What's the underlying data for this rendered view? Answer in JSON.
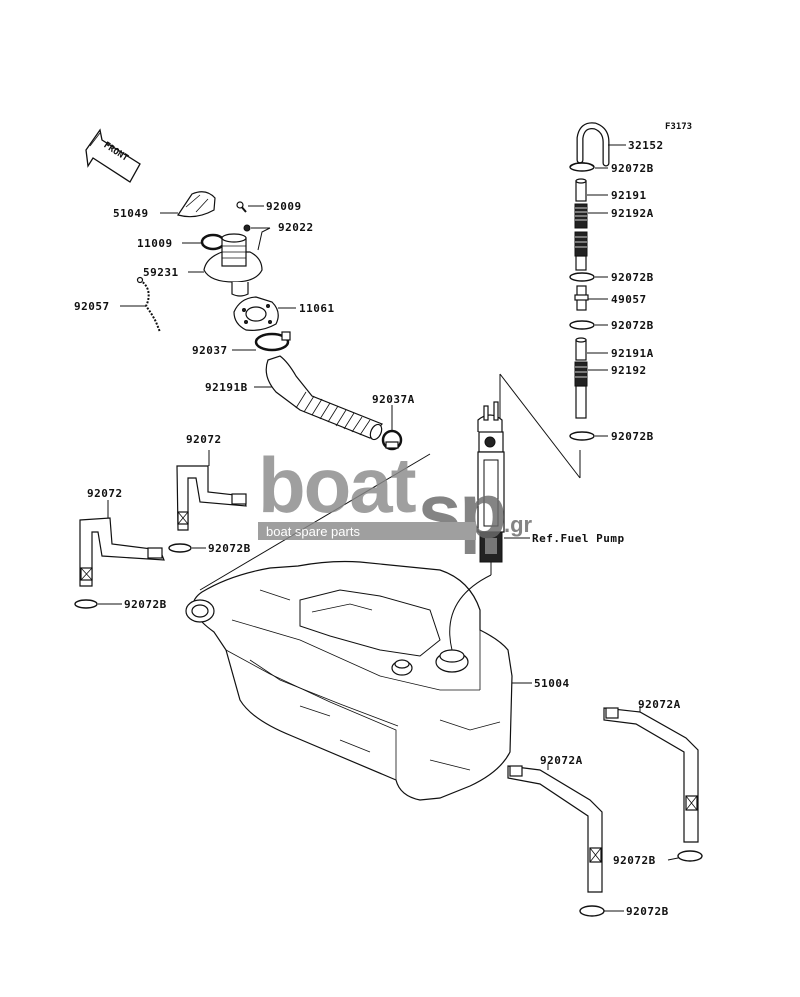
{
  "figure_id": "F3173",
  "front_label": "FRONT",
  "ref_label": "Ref.Fuel Pump",
  "watermark": {
    "brand_left": "boat",
    "brand_right": "sp",
    "domain": ".gr",
    "tagline": "boat spare parts",
    "brand_color": "#8a8a8a",
    "accent_color": "#6a6a6a"
  },
  "parts": [
    {
      "id": "p32152",
      "number": "32152"
    },
    {
      "id": "p92072b_1",
      "number": "92072B"
    },
    {
      "id": "p92191",
      "number": "92191"
    },
    {
      "id": "p92192a",
      "number": "92192A"
    },
    {
      "id": "p92072b_2",
      "number": "92072B"
    },
    {
      "id": "p49057",
      "number": "49057"
    },
    {
      "id": "p92072b_3",
      "number": "92072B"
    },
    {
      "id": "p92191a",
      "number": "92191A"
    },
    {
      "id": "p92192",
      "number": "92192"
    },
    {
      "id": "p92072b_4",
      "number": "92072B"
    },
    {
      "id": "p92009",
      "number": "92009"
    },
    {
      "id": "p51049",
      "number": "51049"
    },
    {
      "id": "p92022",
      "number": "92022"
    },
    {
      "id": "p11009",
      "number": "11009"
    },
    {
      "id": "p59231",
      "number": "59231"
    },
    {
      "id": "p92057",
      "number": "92057"
    },
    {
      "id": "p11061",
      "number": "11061"
    },
    {
      "id": "p92037",
      "number": "92037"
    },
    {
      "id": "p92191b",
      "number": "92191B"
    },
    {
      "id": "p92037a",
      "number": "92037A"
    },
    {
      "id": "p92072_1",
      "number": "92072"
    },
    {
      "id": "p92072_2",
      "number": "92072"
    },
    {
      "id": "p92072b_5",
      "number": "92072B"
    },
    {
      "id": "p92072b_6",
      "number": "92072B"
    },
    {
      "id": "p51004",
      "number": "51004"
    },
    {
      "id": "p92072a_1",
      "number": "92072A"
    },
    {
      "id": "p92072a_2",
      "number": "92072A"
    },
    {
      "id": "p92072b_7",
      "number": "92072B"
    },
    {
      "id": "p92072b_8",
      "number": "92072B"
    }
  ]
}
